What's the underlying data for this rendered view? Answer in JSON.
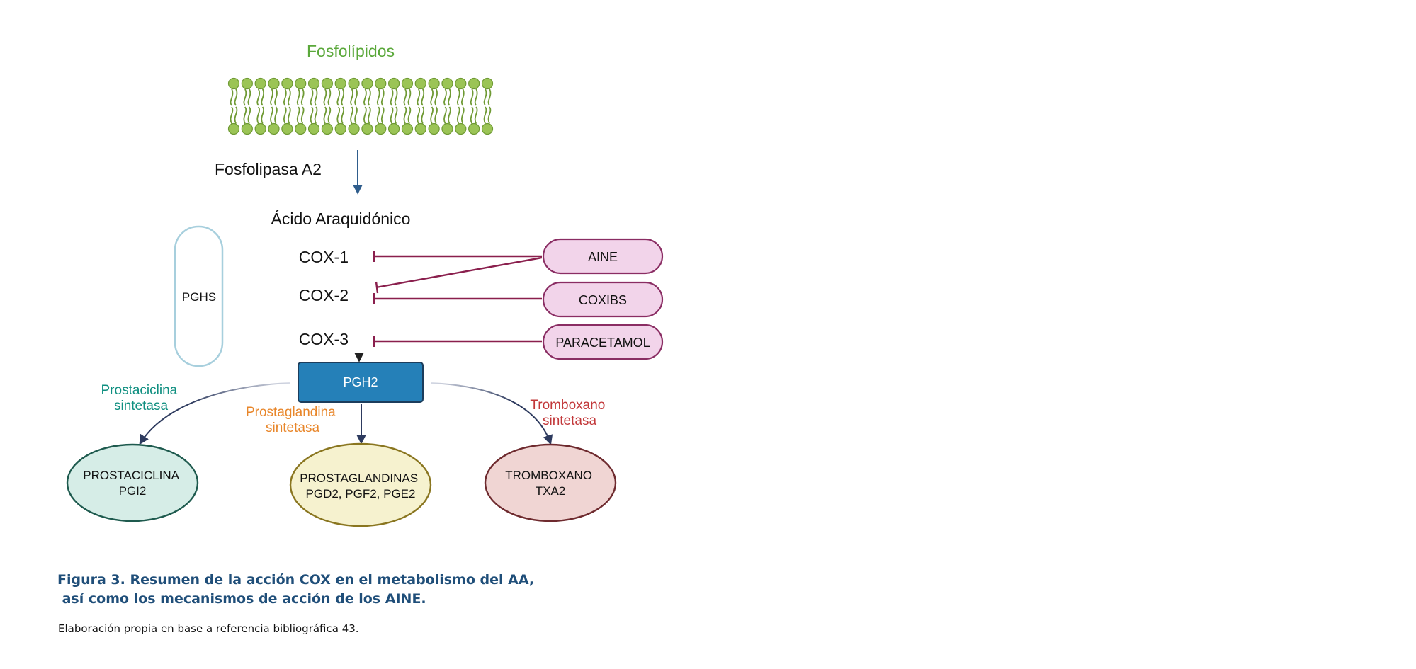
{
  "diagram": {
    "membrane_label": "Fosfolípidos",
    "enzyme_pla2": "Fosfolipasa A2",
    "substrate": "Ácido Araquidónico",
    "pghs_label": "PGHS",
    "cox": [
      "COX-1",
      "COX-2",
      "COX-3"
    ],
    "inhibitors": [
      "AINE",
      "COXIBS",
      "PARACETAMOL"
    ],
    "intermediate": "PGH2",
    "synthases": {
      "prostacyclin": [
        "Prostaciclina",
        "sintetasa"
      ],
      "prostaglandin": [
        "Prostaglandina",
        "sintetasa"
      ],
      "thromboxane": [
        "Tromboxano",
        "sintetasa"
      ]
    },
    "products": {
      "prostacyclin": [
        "PROSTACICLINA",
        "PGI2"
      ],
      "prostaglandins": [
        "PROSTAGLANDINAS",
        "PGD2, PGF2, PGE2"
      ],
      "thromboxane": [
        "TROMBOXANO",
        "TXA2"
      ]
    }
  },
  "caption": {
    "title_line1": "Figura 3. Resumen de la acción COX en el metabolismo del AA,",
    "title_line2": " así como los mecanismos de acción de los AINE.",
    "source": "Elaboración propia en base a referencia bibliográfica 43."
  },
  "colors": {
    "membrane": "#8db84a",
    "membrane_label": "#5aa83a",
    "inhibition": "#8a1f4d",
    "inhibitor_fill": "#f2d4ea",
    "pgh2_fill": "#2580b8",
    "prostacyclin": "#0f8f80",
    "prostaglandin": "#e8862a",
    "thromboxane": "#c2383a",
    "arrow_blue": "#2f5d8c",
    "caption": "#1f4e79"
  }
}
